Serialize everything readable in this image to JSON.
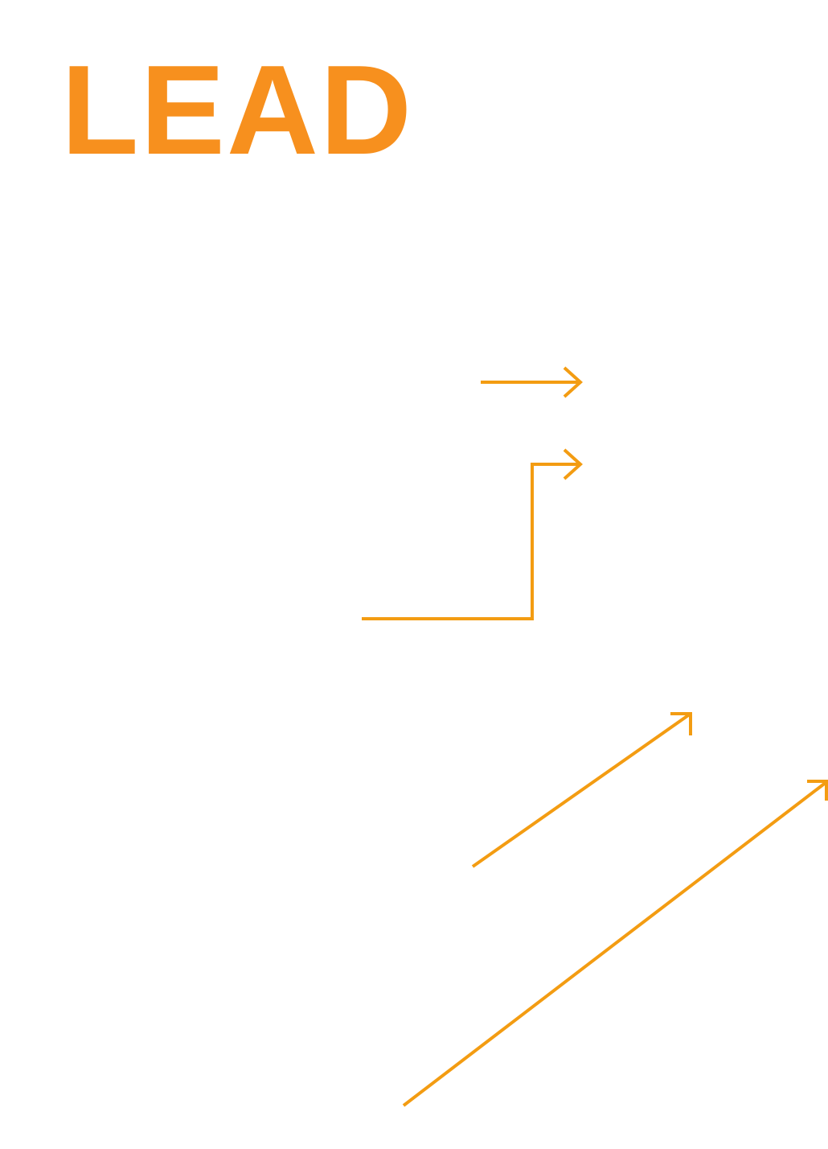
{
  "title": "LEAD",
  "colors": {
    "title": "#F7901E",
    "arrow": "#F39C12",
    "background": "#FFFFFF"
  },
  "arrows": [
    {
      "name": "arrow-straight-right",
      "icon": "arrow-right-icon"
    },
    {
      "name": "arrow-elbow-up-right",
      "icon": "elbow-arrow-icon"
    },
    {
      "name": "arrow-diagonal-short",
      "icon": "arrow-up-right-icon"
    },
    {
      "name": "arrow-diagonal-long",
      "icon": "arrow-up-right-icon"
    }
  ]
}
